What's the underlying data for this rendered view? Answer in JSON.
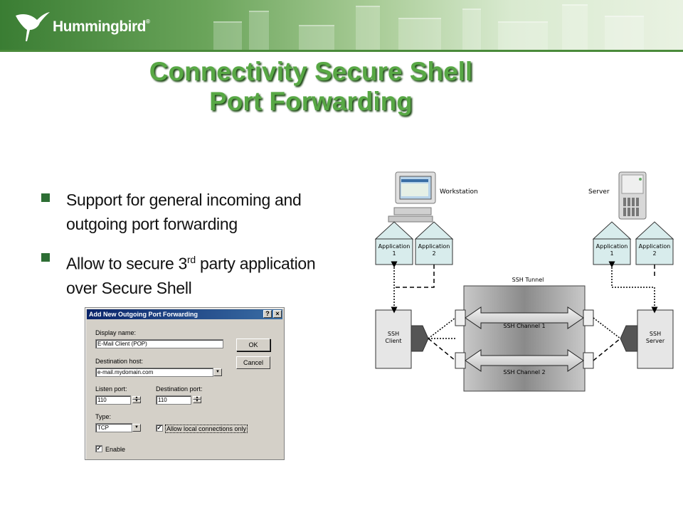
{
  "header": {
    "logo_text": "Hummingbird",
    "logo_mark": "®"
  },
  "title": {
    "line1": "Connectivity Secure Shell",
    "line2": "Port Forwarding"
  },
  "bullets": [
    {
      "text_before": "Support for general incoming and outgoing port forwarding",
      "sup": "",
      "text_after": ""
    },
    {
      "text_before": "Allow to secure 3",
      "sup": "rd",
      "text_after": " party application over Secure Shell"
    }
  ],
  "dialog": {
    "title": "Add New Outgoing Port Forwarding",
    "help_button": "?",
    "close_button": "×",
    "display_name_label": "Display name:",
    "display_name_value": "E-Mail Client (POP)",
    "destination_host_label": "Destination host:",
    "destination_host_value": "e-mail.mydomain.com",
    "listen_port_label": "Listen port:",
    "listen_port_value": "110",
    "destination_port_label": "Destination port:",
    "destination_port_value": "110",
    "type_label": "Type:",
    "type_value": "TCP",
    "allow_local_label": "Allow local connections only",
    "allow_local_checked": true,
    "enable_label": "Enable",
    "enable_checked": true,
    "ok_button": "OK",
    "cancel_button": "Cancel"
  },
  "diagram": {
    "workstation_label": "Workstation",
    "server_label": "Server",
    "client_apps": [
      {
        "line1": "Application",
        "line2": "1"
      },
      {
        "line1": "Application",
        "line2": "2"
      }
    ],
    "server_apps": [
      {
        "line1": "Application",
        "line2": "1"
      },
      {
        "line1": "Application",
        "line2": "2"
      }
    ],
    "tunnel_label": "SSH Tunnel",
    "channel1_label": "SSH Channel 1",
    "channel2_label": "SSH Channel 2",
    "ssh_client_line1": "SSH",
    "ssh_client_line2": "Client",
    "ssh_server_line1": "SSH",
    "ssh_server_line2": "Server"
  },
  "colors": {
    "title_green": "#58a845",
    "bullet_green": "#2d6e34",
    "app_box_fill": "#d8ecec",
    "ssh_box_fill": "#e6e6e6",
    "tunnel_fill": "#9a9a9a"
  }
}
